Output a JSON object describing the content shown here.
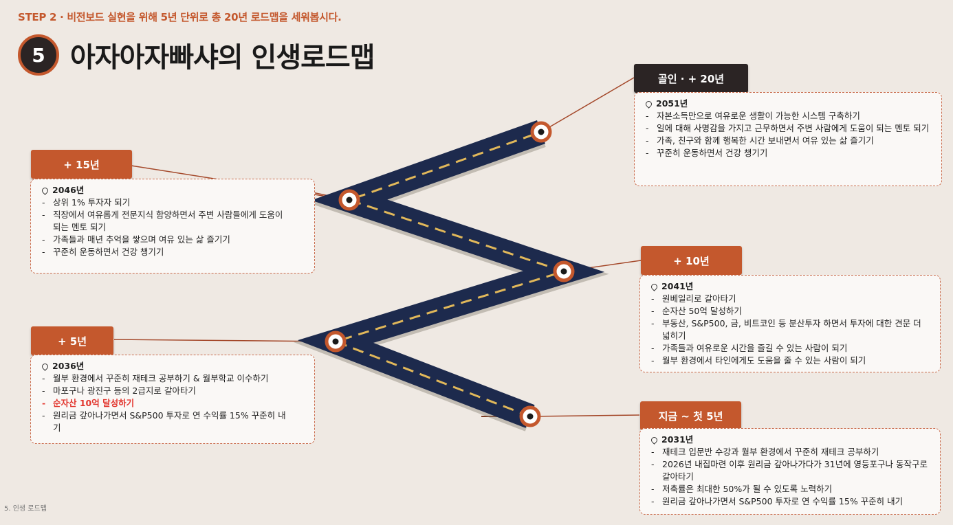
{
  "header": {
    "step": "STEP 2 · 비전보드 실현을 위해 5년 단위로 총 20년 로드맵을 세워봅시다.",
    "number": "5",
    "title": "아자아자빠샤의 인생로드맵"
  },
  "footer": "5. 인생 로드맵",
  "colors": {
    "accent": "#c4582d",
    "dark": "#2b2424",
    "road": "#1d2a4d",
    "highlight": "#e2362e"
  },
  "milestones": {
    "goal": {
      "tag": "골인 · + 20년",
      "year": "2051년",
      "items": [
        "자본소득만으로 여유로운 생활이 가능한 시스템 구축하기",
        "일에 대해 사명감을 가지고 근무하면서 주변 사람에게 도움이 되는 멘토 되기",
        "가족, 친구와 함께 행복한 시간 보내면서 여유 있는 삶 즐기기",
        "꾸준히 운동하면서 건강 챙기기"
      ]
    },
    "y15": {
      "tag": "+ 15년",
      "year": "2046년",
      "items": [
        "상위 1% 투자자 되기",
        "직장에서 여유롭게 전문지식 함양하면서 주변 사람들에게 도움이 되는 멘토 되기",
        "가족들과 매년 추억을 쌓으며 여유 있는 삶 즐기기",
        "꾸준히 운동하면서 건강 챙기기"
      ]
    },
    "y10": {
      "tag": "+ 10년",
      "year": "2041년",
      "items": [
        "원베일리로 갈아타기",
        "순자산 50억 달성하기",
        "부동산, S&P500, 금, 비트코인 등 분산투자 하면서 투자에 대한 견문 더 넓히기",
        "가족들과 여유로운 시간을 즐길 수 있는 사람이 되기",
        "월부 환경에서 타인에게도 도움을 줄 수 있는 사람이 되기"
      ]
    },
    "y5": {
      "tag": "+ 5년",
      "year": "2036년",
      "items": [
        "월부 환경에서 꾸준히 재테크 공부하기 & 월부학교 이수하기",
        "마포구나 광진구 등의 2급지로 갈아타기",
        "순자산 10억 달성하기",
        "원리금 갚아나가면서 S&P500 투자로 연 수익률 15% 꾸준히 내기"
      ]
    },
    "now": {
      "tag": "지금 ~ 첫 5년",
      "year": "2031년",
      "items": [
        "재테크 입문반 수강과 월부 환경에서 꾸준히 재테크 공부하기",
        "2026년 내집마련 이후 원리금 갚아나가다가 31년에 영등포구나 동작구로 갈아타기",
        "저축률은 최대한 50%가 될 수 있도록 노력하기",
        "원리금 갚아나가면서 S&P500 투자로 연 수익률 15% 꾸준히 내기"
      ]
    }
  }
}
